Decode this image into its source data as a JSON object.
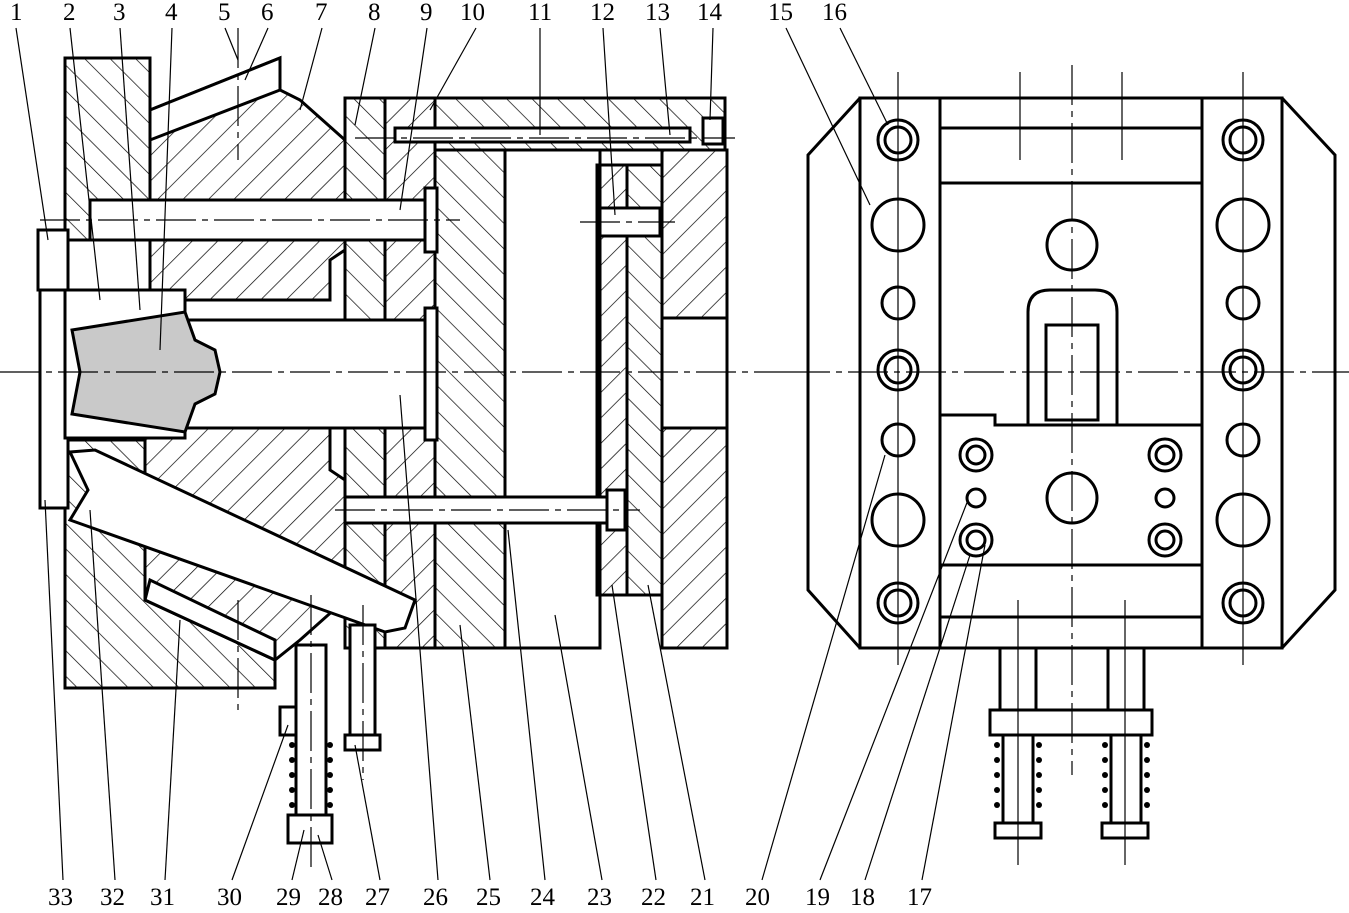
{
  "figure": {
    "labels_top": [
      "1",
      "2",
      "3",
      "4",
      "5",
      "6",
      "7",
      "8",
      "9",
      "10",
      "11",
      "12",
      "13",
      "14",
      "15",
      "16"
    ],
    "labels_bottom": [
      "33",
      "32",
      "31",
      "30",
      "29",
      "28",
      "27",
      "26",
      "25",
      "24",
      "23",
      "22",
      "21",
      "20",
      "19",
      "18",
      "17"
    ]
  }
}
